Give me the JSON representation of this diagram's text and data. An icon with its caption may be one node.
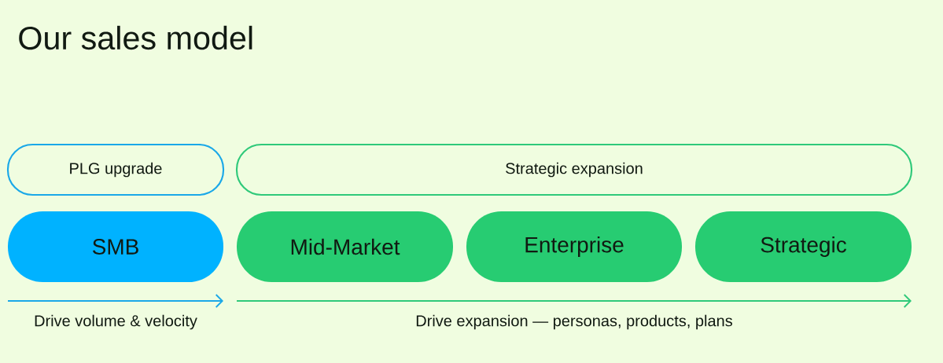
{
  "diagram": {
    "title": "Our sales model",
    "nodes": [
      {
        "text": [
          "PLG upgrade"
        ]
      },
      {
        "text": [
          "Strategic expansion"
        ]
      },
      {
        "text": [
          "SMB"
        ]
      },
      {
        "text": [
          "Mid-Market"
        ]
      },
      {
        "text": [
          "Enterprise"
        ]
      },
      {
        "text": [
          "Strategic"
        ]
      }
    ],
    "labels": [
      "Drive volume & velocity",
      "Drive expansion — personas, products, plans"
    ]
  }
}
